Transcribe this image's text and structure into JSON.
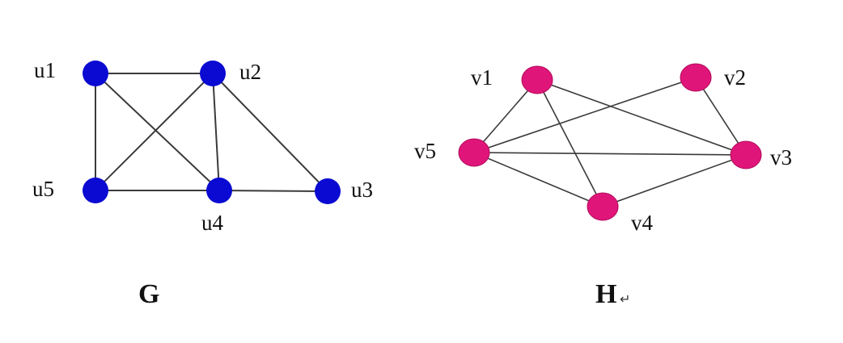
{
  "graphs": {
    "G": {
      "title": "G",
      "node_color": "#0a0ad2",
      "nodes": {
        "u1": "u1",
        "u2": "u2",
        "u3": "u3",
        "u4": "u4",
        "u5": "u5"
      },
      "edges": [
        [
          "u1",
          "u2"
        ],
        [
          "u1",
          "u5"
        ],
        [
          "u1",
          "u4"
        ],
        [
          "u2",
          "u5"
        ],
        [
          "u2",
          "u4"
        ],
        [
          "u2",
          "u3"
        ],
        [
          "u5",
          "u4"
        ],
        [
          "u4",
          "u3"
        ]
      ]
    },
    "H": {
      "title": "H",
      "title_mark": "↵",
      "node_color": "#e0157a",
      "nodes": {
        "v1": "v1",
        "v2": "v2",
        "v3": "v3",
        "v4": "v4",
        "v5": "v5"
      },
      "edges": [
        [
          "v1",
          "v5"
        ],
        [
          "v1",
          "v4"
        ],
        [
          "v1",
          "v3"
        ],
        [
          "v2",
          "v5"
        ],
        [
          "v2",
          "v3"
        ],
        [
          "v5",
          "v3"
        ],
        [
          "v5",
          "v4"
        ],
        [
          "v4",
          "v3"
        ]
      ]
    }
  }
}
